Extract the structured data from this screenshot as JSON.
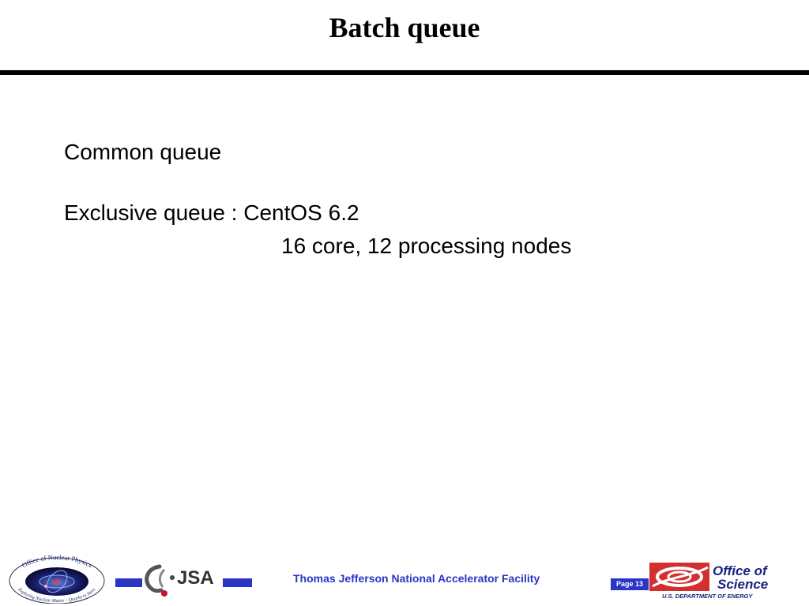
{
  "slide": {
    "title": "Batch queue",
    "lines": [
      "Common queue",
      "Exclusive queue : CentOS 6.2",
      "16 core, 12 processing nodes"
    ]
  },
  "footer": {
    "organization": "Thomas Jefferson National Accelerator Facility",
    "page_label": "Page 13",
    "accent_color": "#2a35c4"
  },
  "logos": {
    "nuclear_physics": {
      "top_text": "Office of Nuclear Physics",
      "bottom_text": "Exploring Nuclear Matter - Quarks to Stars"
    },
    "jsa": {
      "text": "JSA"
    },
    "doe": {
      "line1": "Office of",
      "line2": "Science",
      "line3": "U.S. DEPARTMENT OF ENERGY"
    }
  }
}
